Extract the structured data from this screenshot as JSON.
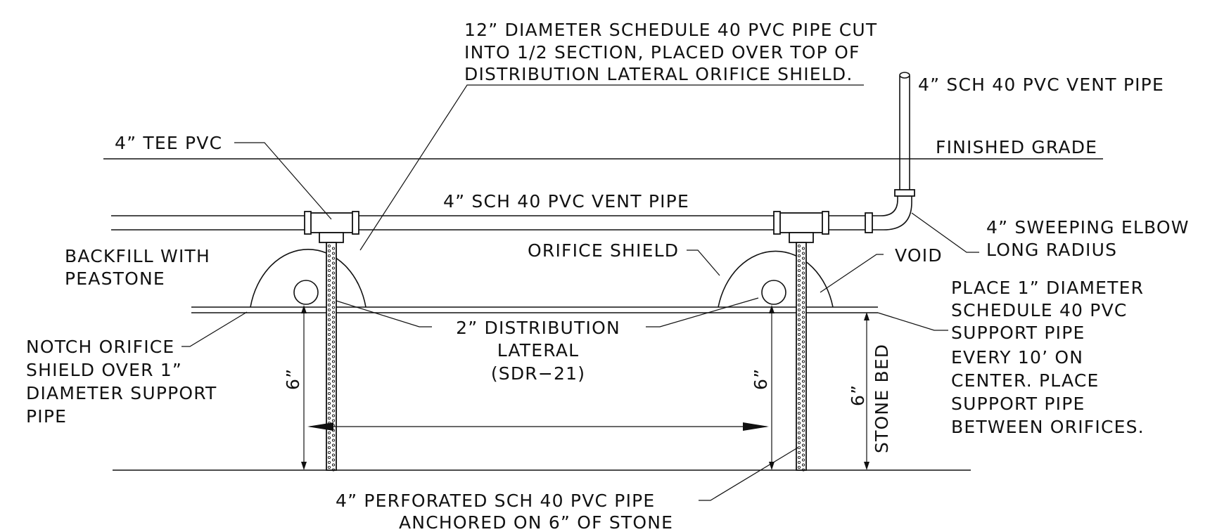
{
  "colors": {
    "line": "#111111",
    "background": "#ffffff"
  },
  "callouts": {
    "half_section": [
      "12” DIAMETER SCHEDULE 40 PVC PIPE CUT",
      "INTO 1/2 SECTION, PLACED OVER TOP OF",
      "DISTRIBUTION LATERAL ORIFICE SHIELD."
    ],
    "vent_pipe_vertical": "4” SCH 40 PVC VENT PIPE",
    "finished_grade": "FINISHED GRADE",
    "tee": "4” TEE PVC",
    "vent_pipe_horizontal": "4” SCH 40 PVC VENT PIPE",
    "elbow": [
      "4” SWEEPING ELBOW",
      "LONG RADIUS"
    ],
    "backfill": [
      "BACKFILL WITH",
      "PEASTONE"
    ],
    "orifice_shield": "ORIFICE SHIELD",
    "void": "VOID",
    "support_pipe": [
      "PLACE 1” DIAMETER",
      "SCHEDULE 40 PVC",
      "SUPPORT PIPE",
      "EVERY 10’ ON",
      "CENTER. PLACE",
      "SUPPORT PIPE",
      "BETWEEN ORIFICES."
    ],
    "notch": [
      "NOTCH ORIFICE",
      "SHIELD OVER 1”",
      "DIAMETER SUPPORT",
      "PIPE"
    ],
    "distribution_lateral": [
      "2” DISTRIBUTION",
      "LATERAL",
      "(SDR−21)"
    ],
    "perforated_pipe": [
      "4” PERFORATED SCH 40 PVC PIPE",
      "ANCHORED ON 6” OF STONE"
    ],
    "stone_bed": "STONE BED"
  },
  "dimensions": {
    "left_height": "6”",
    "right_height": "6”",
    "stone_bed_depth": "6”"
  }
}
